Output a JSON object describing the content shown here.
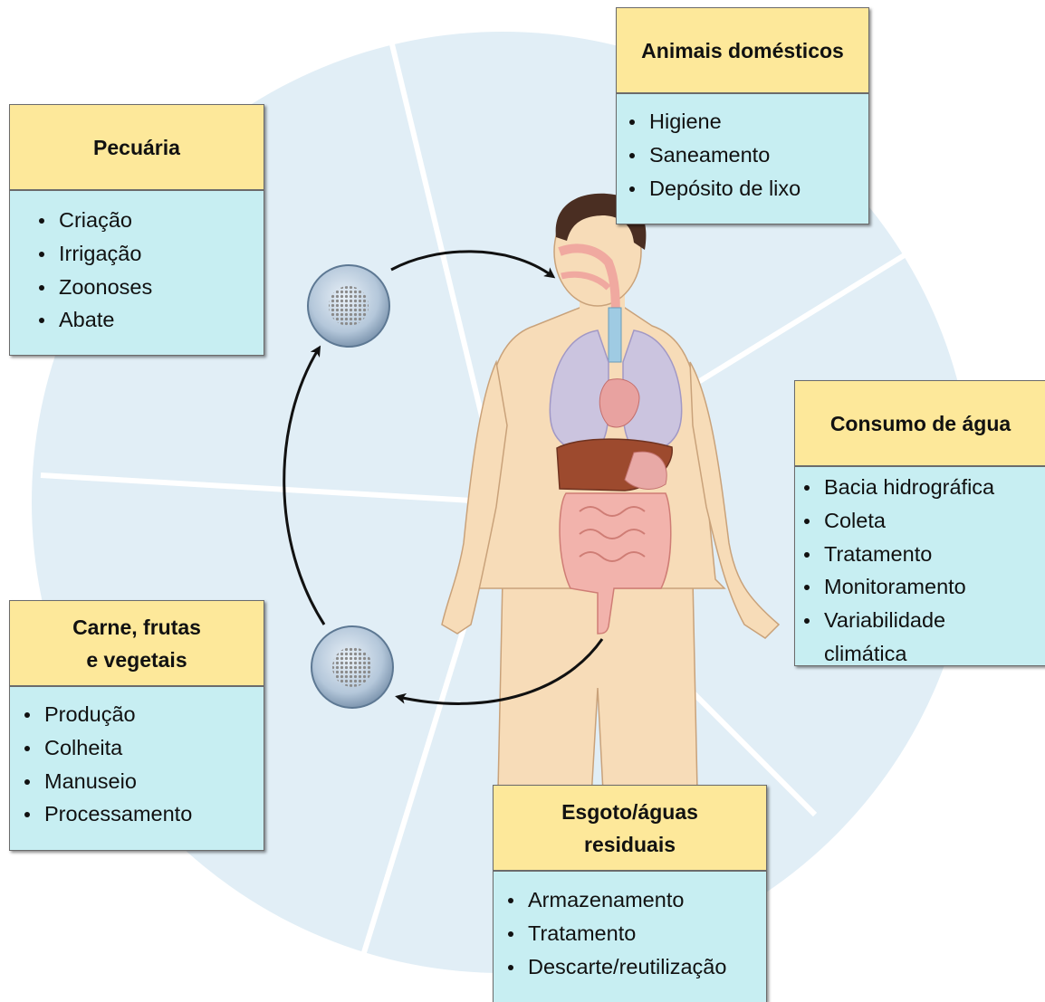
{
  "boxes": {
    "pecuaria": {
      "title": "Pecuária",
      "items": [
        "Criação",
        "Irrigação",
        "Zoonoses",
        "Abate"
      ]
    },
    "animais": {
      "title": "Animais domésticos",
      "items": [
        "Higiene",
        "Saneamento",
        "Depósito de lixo"
      ]
    },
    "consumo": {
      "title": "Consumo de água",
      "items": [
        "Bacia hidrográfica",
        "Coleta",
        "Tratamento",
        "Monitoramento",
        "Variabilidade climática"
      ]
    },
    "carne": {
      "title_line1": "Carne, frutas",
      "title_line2": "e vegetais",
      "items": [
        "Produção",
        "Colheita",
        "Manuseio",
        "Processamento"
      ]
    },
    "esgoto": {
      "title_line1": "Esgoto/águas",
      "title_line2": "residuais",
      "items": [
        "Armazenamento",
        "Tratamento",
        "Descarte/reutilização"
      ]
    }
  },
  "colors": {
    "header_fill": "#fde89a",
    "body_fill": "#c7eef2",
    "background_disc": "#e1eef6",
    "skin": "#f7dcb8"
  },
  "icons": [
    "pathogen-particle-icon",
    "human-body-anatomy-illustration",
    "cycle-arrow-icon"
  ]
}
